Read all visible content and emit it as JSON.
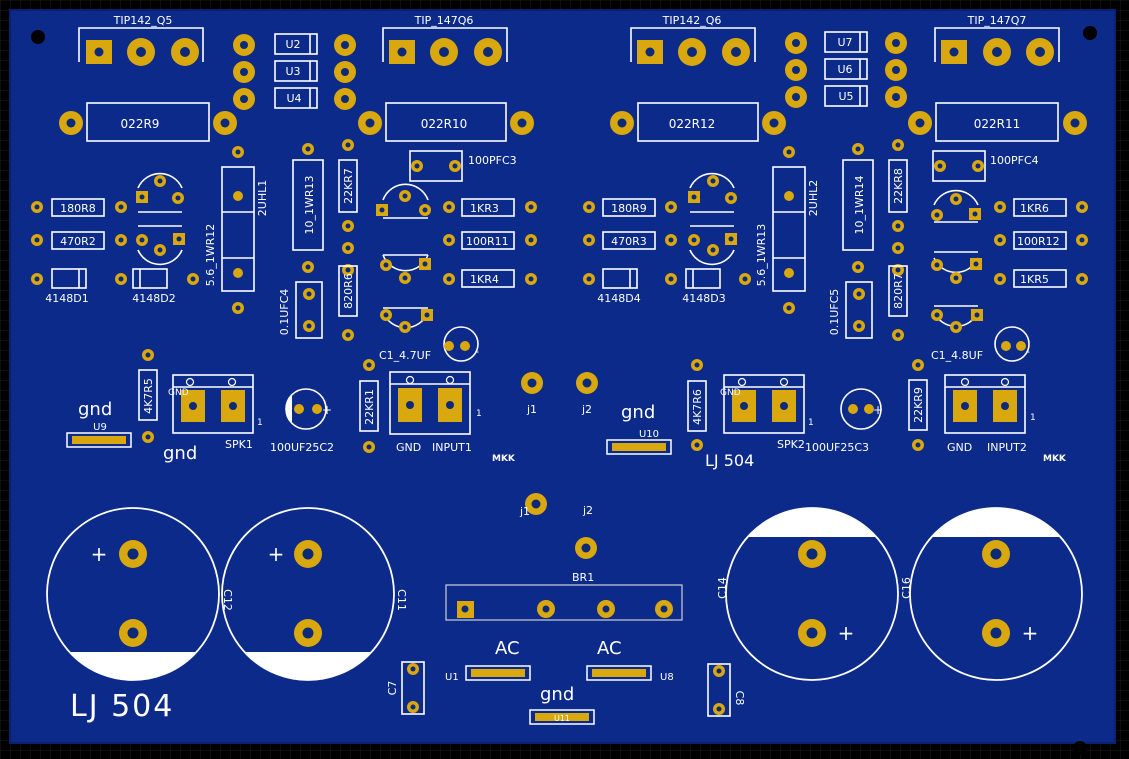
{
  "colors": {
    "background": "#000000",
    "board": "#0b2a8a",
    "copper": "#d9a70e",
    "silkscreen": "#ffffff",
    "hole": "#0d2a78"
  },
  "labels": {
    "tip142_q5": "TIP142_Q5",
    "tip147_q6": "TIP_147Q6",
    "tip142_q6": "TIP142_Q6",
    "tip147_q7": "TIP_147Q7",
    "u2": "U2",
    "u3": "U3",
    "u4": "U4",
    "u7": "U7",
    "u6": "U6",
    "u5": "U5",
    "r9": "022R9",
    "r10": "022R10",
    "r12": "022R12",
    "r11": "022R11",
    "pfc3": "100PFC3",
    "pfc4": "100PFC4",
    "uhl1": "2UHL1",
    "uhl2": "2UHL2",
    "wr13_left": "10_1WR13",
    "wr14": "10_1WR14",
    "kr7": "22KR7",
    "kr8": "22KR8",
    "r8": "180R8",
    "r2": "470R2",
    "r9b": "180R9",
    "r3": "470R3",
    "kr3": "1KR3",
    "r11b": "100R11",
    "kr4": "1KR4",
    "kr6": "1KR6",
    "r12b": "100R12",
    "kr5": "1KR5",
    "wr12": "5.6_1WR12",
    "wr13_right": "5.6_1WR13",
    "d1": "4148D1",
    "d2": "4148D2",
    "d4": "4148D4",
    "d3": "4148D3",
    "ufc4": "0.1UFC4",
    "ufc5": "0.1UFC5",
    "r6": "820R6",
    "r7": "820R7",
    "c1a": "C1_4.7UF",
    "c1b": "C1_4.8UF",
    "k7r5": "4K7R5",
    "k7r6": "4K7R6",
    "gnd": "gnd",
    "gnd_caps": "GND",
    "u9": "U9",
    "u10": "U10",
    "spk1": "SPK1",
    "spk2": "SPK2",
    "c2": "100UF25C2",
    "c3": "100UF25C3",
    "kr1": "22KR1",
    "kr9": "22KR9",
    "input1": "INPUT1",
    "input2": "INPUT2",
    "j1": "j1",
    "j2": "j2",
    "mkk": "MKK",
    "lj504": "LJ 504",
    "br1": "BR1",
    "ac": "AC",
    "u1": "U1",
    "u8": "U8",
    "u11": "U11",
    "c7": "C7",
    "c8": "C8",
    "c12": "C12",
    "c11": "C11",
    "c14": "C14",
    "c16": "C16",
    "plus": "+",
    "minus": "-",
    "pin1": "1"
  }
}
